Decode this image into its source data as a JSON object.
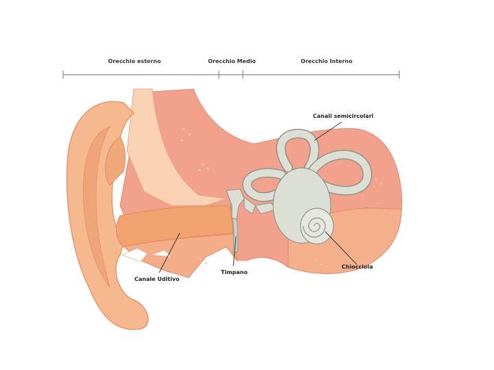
{
  "regions": {
    "outer": "Orecchio esterno",
    "middle": "Orecchio Medio",
    "inner": "Orecchio Interno"
  },
  "parts": {
    "semicircular": "Canali semicircolari",
    "canal": "Canale Uditivo",
    "tympanum": "Timpano",
    "cochlea": "Chiocciola"
  },
  "colors": {
    "background": "#ffffff",
    "skin": "#f6b98f",
    "skin_dark": "#e8956a",
    "skin_light": "#f9d3b4",
    "tissue": "#f2a28c",
    "bone": "#dcdfd4",
    "bone_outline": "#8e948a",
    "line": "#333333"
  }
}
